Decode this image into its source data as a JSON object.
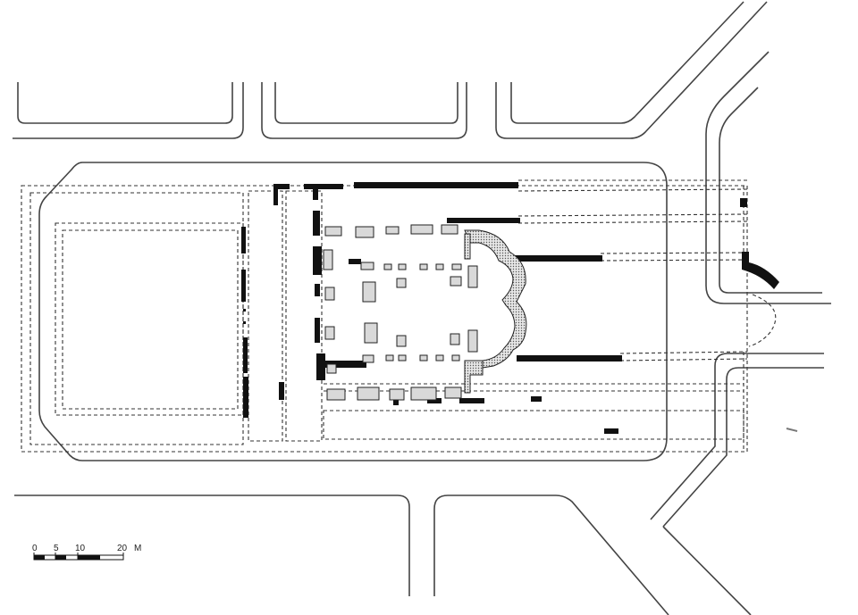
{
  "scale_bar": {
    "ticks": [
      "0",
      "5",
      "10",
      "20"
    ],
    "unit": "M"
  }
}
